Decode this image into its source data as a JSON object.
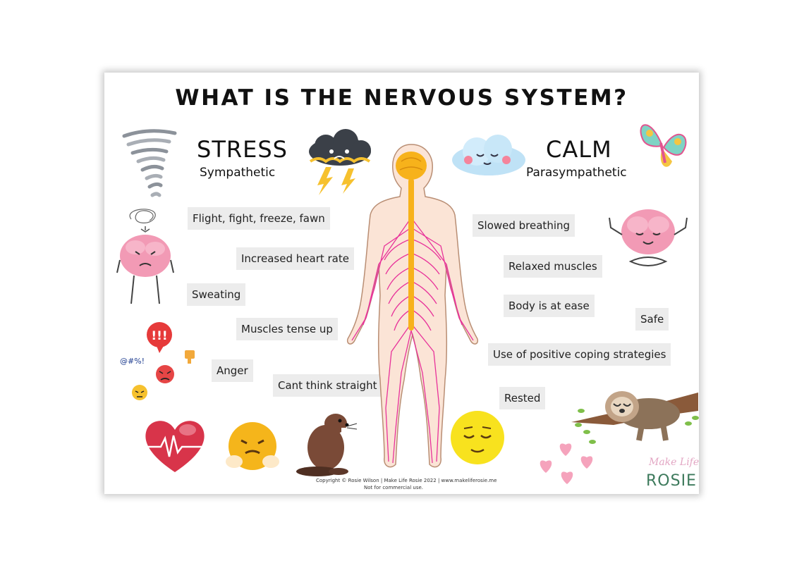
{
  "poster": {
    "title": "WHAT IS THE NERVOUS SYSTEM?",
    "stress": {
      "heading": "STRESS",
      "subheading": "Sympathetic"
    },
    "calm": {
      "heading": "CALM",
      "subheading": "Parasympathetic"
    },
    "stress_items": [
      "Flight, fight, freeze, fawn",
      "Increased heart rate",
      "Sweating",
      "Muscles tense up",
      "Anger",
      "Cant think straight"
    ],
    "calm_items": [
      "Slowed breathing",
      "Relaxed muscles",
      "Body is at ease",
      "Safe",
      "Use of positive coping strategies",
      "Rested"
    ],
    "speech_bubble_text": "!!!",
    "symbols_text": "@#%!",
    "copyright_line1": "Copyright © Rosie Wilson | Make Life Rosie 2022 | www.makeliferosie.me",
    "copyright_line2": "Not for commercial use.",
    "brand_script": "Make Life",
    "brand_name": "ROSIE"
  },
  "colors": {
    "nerve_pink": "#e8329a",
    "body_skin": "#fbe4d6",
    "spine_orange": "#f7b21b",
    "brain_pink": "#f29ab5",
    "tag_gray": "#ececec",
    "brand_green": "#3d7a5c"
  },
  "icons": [
    "tornado-icon",
    "storm-cloud-icon",
    "happy-cloud-icon",
    "butterfly-icon",
    "stressed-brain-icon",
    "meditating-brain-icon",
    "angry-emojis-icon",
    "heart-ecg-icon",
    "frustrated-emoji-icon",
    "beaver-icon",
    "calm-emoji-icon",
    "sloth-icon",
    "pink-hearts-icon",
    "nervous-system-figure"
  ]
}
